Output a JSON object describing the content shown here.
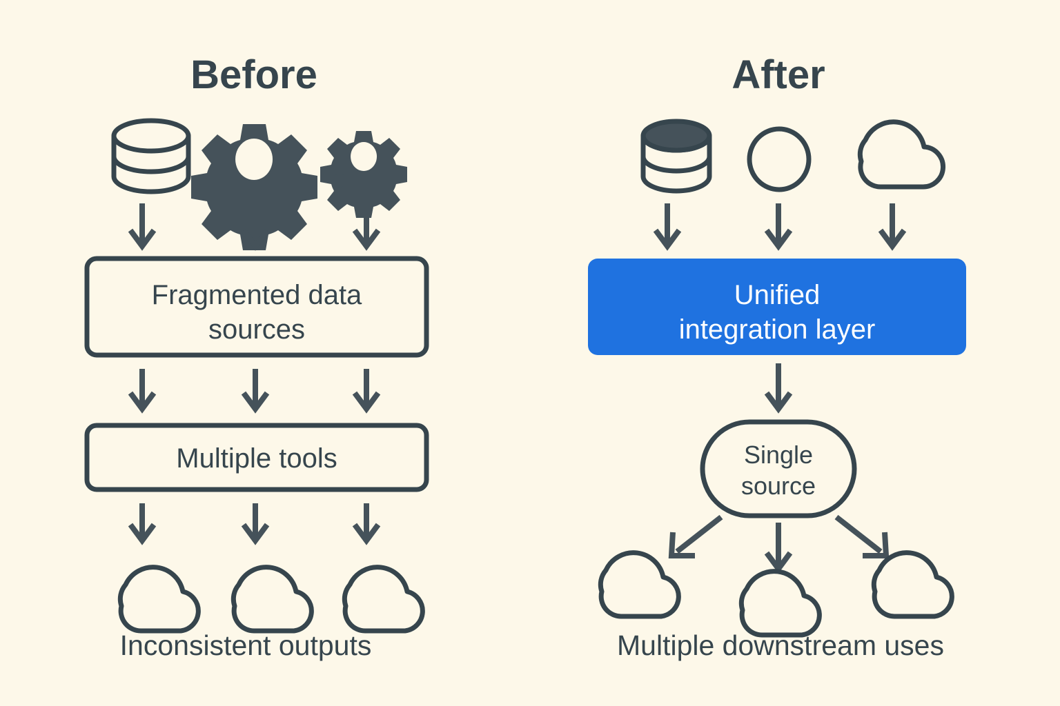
{
  "theme": {
    "background": "#fdf8e9",
    "ink": "#36454d",
    "accent_blue": "#1f72e0",
    "white": "#ffffff"
  },
  "panels": {
    "before": {
      "title": "Before",
      "icons": [
        {
          "name": "database-icon",
          "label": "database"
        },
        {
          "name": "gear-icon",
          "label": "gear"
        },
        {
          "name": "gear-small-icon",
          "label": "gear-small"
        }
      ],
      "box_primary": {
        "line1": "Fragmented data",
        "line2": "sources"
      },
      "box_secondary": {
        "line1": "Multiple tools"
      },
      "outputs": [
        {
          "name": "cloud-icon",
          "label": "cloud"
        },
        {
          "name": "cloud-icon",
          "label": "cloud"
        },
        {
          "name": "cloud-icon",
          "label": "cloud"
        }
      ],
      "caption": "Inconsistent outputs"
    },
    "after": {
      "title": "After",
      "icons": [
        {
          "name": "database-icon",
          "label": "database"
        },
        {
          "name": "circle-icon",
          "label": "circle"
        },
        {
          "name": "cloud-icon",
          "label": "cloud"
        }
      ],
      "box_primary": {
        "line1": "Unified",
        "line2": "integration layer"
      },
      "oval": {
        "line1": "Single",
        "line2": "source"
      },
      "outputs": [
        {
          "name": "cloud-icon",
          "label": "cloud"
        },
        {
          "name": "cloud-icon",
          "label": "cloud"
        },
        {
          "name": "cloud-icon",
          "label": "cloud"
        }
      ],
      "caption": "Multiple downstream uses"
    }
  }
}
